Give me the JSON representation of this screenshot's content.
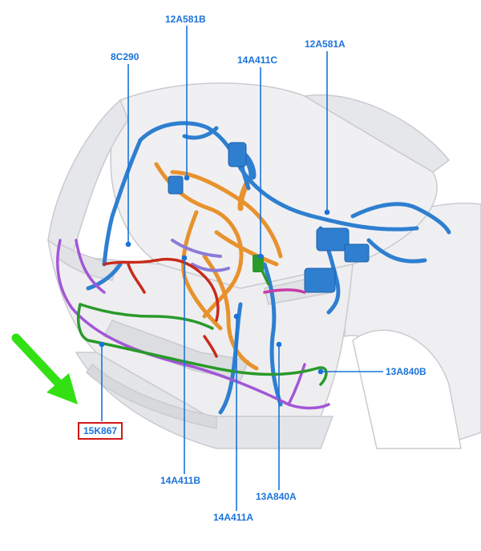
{
  "diagram": {
    "callouts": [
      {
        "id": "c-12a581b",
        "text": "12A581B"
      },
      {
        "id": "c-8c290",
        "text": "8C290"
      },
      {
        "id": "c-14a411c",
        "text": "14A411C"
      },
      {
        "id": "c-12a581a",
        "text": "12A581A"
      },
      {
        "id": "c-13a840b",
        "text": "13A840B"
      },
      {
        "id": "c-15k867",
        "text": "15K867",
        "highlighted": true
      },
      {
        "id": "c-14a411b",
        "text": "14A411B"
      },
      {
        "id": "c-13a840a",
        "text": "13A840A"
      },
      {
        "id": "c-14a411a",
        "text": "14A411A"
      }
    ],
    "colors": {
      "label_text": "#1a73d9",
      "leader_line": "#1a73d9",
      "highlight_box": "#d01818",
      "arrow": "#33e014",
      "harness_blue": "#2f7fd0",
      "harness_orange": "#e8922e",
      "harness_purple": "#a256d6",
      "harness_green": "#2a9a2a",
      "harness_red": "#c92a1a",
      "harness_magenta": "#c83aa8",
      "harness_lilac": "#8a7ad8",
      "body_shade": "#e9eaed"
    },
    "arrow_direction": "down-right"
  }
}
